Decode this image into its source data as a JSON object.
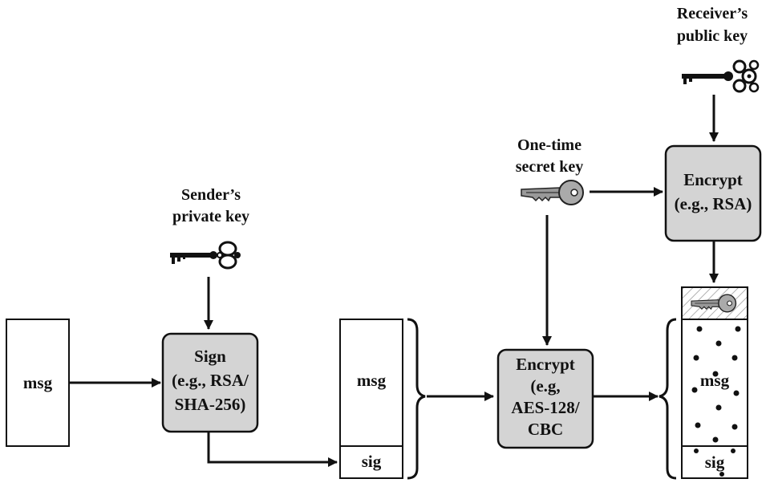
{
  "keys": {
    "sender_private": [
      "Sender’s",
      "private key"
    ],
    "one_time_secret": [
      "One-time",
      "secret key"
    ],
    "receiver_public": [
      "Receiver’s",
      "public key"
    ]
  },
  "blocks": {
    "input_msg": "msg",
    "sign": [
      "Sign",
      "(e.g., RSA/",
      "SHA-256)"
    ],
    "signed_msg": "msg",
    "signed_sig": "sig",
    "encrypt_sym": [
      "Encrypt",
      "(e.g,",
      "AES-128/",
      "CBC"
    ],
    "encrypt_asym": [
      "Encrypt",
      "(e.g., RSA)"
    ],
    "output_msg": "msg",
    "output_sig": "sig"
  },
  "colors": {
    "process_fill": "#d4d4d4",
    "stroke": "#111111",
    "background": "#ffffff"
  }
}
